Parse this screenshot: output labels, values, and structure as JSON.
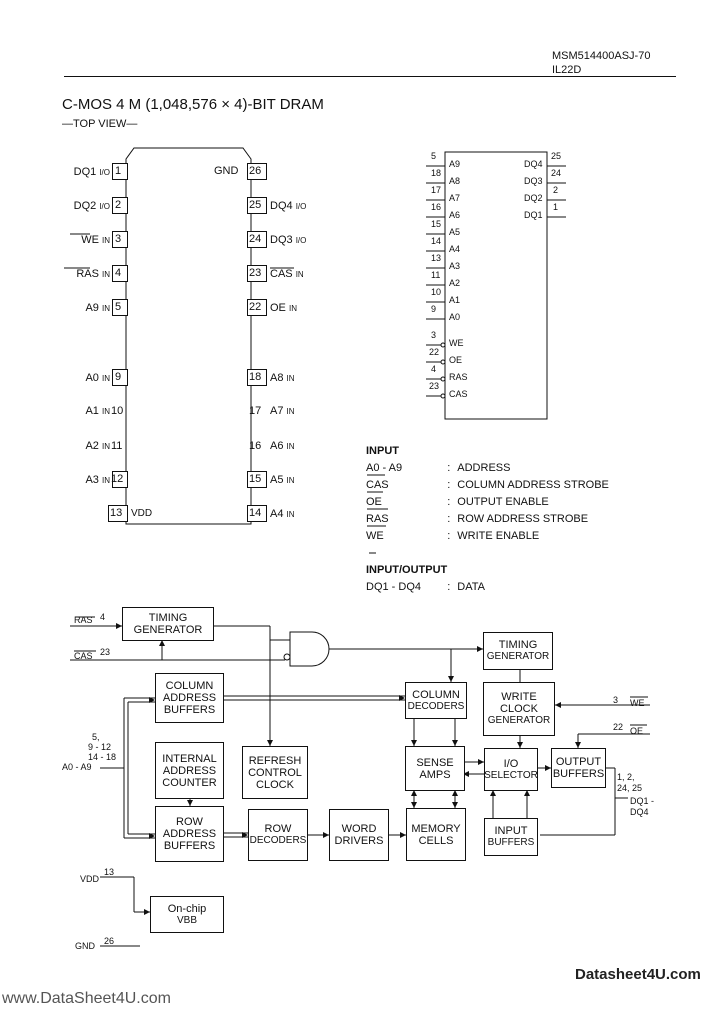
{
  "header": {
    "part_number": "MSM514400ASJ-70",
    "code": "IL22D"
  },
  "title": "C-MOS 4 M (1,048,576 × 4)-BIT DRAM",
  "top_view": "—TOP VIEW—",
  "package": {
    "left_pins": [
      {
        "name": "DQ1",
        "dir": "I/O",
        "num": "1"
      },
      {
        "name": "DQ2",
        "dir": "I/O",
        "num": "2"
      },
      {
        "name": "WE",
        "dir": "IN",
        "num": "3"
      },
      {
        "name": "RAS",
        "dir": "IN",
        "num": "4"
      },
      {
        "name": "A9",
        "dir": "IN",
        "num": "5"
      },
      {
        "name": "A0",
        "dir": "IN",
        "num": "9"
      },
      {
        "name": "A1",
        "dir": "IN",
        "num": "10"
      },
      {
        "name": "A2",
        "dir": "IN",
        "num": "11"
      },
      {
        "name": "A3",
        "dir": "IN",
        "num": "12"
      },
      {
        "name": "VDD",
        "dir": "",
        "num": "13"
      }
    ],
    "right_pins": [
      {
        "name": "GND",
        "dir": "",
        "num": "26"
      },
      {
        "name": "DQ4",
        "dir": "I/O",
        "num": "25"
      },
      {
        "name": "DQ3",
        "dir": "I/O",
        "num": "24"
      },
      {
        "name": "CAS",
        "dir": "IN",
        "num": "23"
      },
      {
        "name": "OE",
        "dir": "IN",
        "num": "22"
      },
      {
        "name": "A8",
        "dir": "IN",
        "num": "18"
      },
      {
        "name": "A7",
        "dir": "IN",
        "num": "17"
      },
      {
        "name": "A6",
        "dir": "IN",
        "num": "16"
      },
      {
        "name": "A5",
        "dir": "IN",
        "num": "15"
      },
      {
        "name": "A4",
        "dir": "IN",
        "num": "14"
      }
    ]
  },
  "symbol": {
    "left": [
      {
        "num": "5",
        "name": "A9"
      },
      {
        "num": "18",
        "name": "A8"
      },
      {
        "num": "17",
        "name": "A7"
      },
      {
        "num": "16",
        "name": "A6"
      },
      {
        "num": "15",
        "name": "A5"
      },
      {
        "num": "14",
        "name": "A4"
      },
      {
        "num": "13",
        "name": "A3"
      },
      {
        "num": "11",
        "name": "A2"
      },
      {
        "num": "10",
        "name": "A1"
      },
      {
        "num": "9",
        "name": "A0"
      },
      {
        "num": "3",
        "name": "WE"
      },
      {
        "num": "22",
        "name": "OE"
      },
      {
        "num": "4",
        "name": "RAS"
      },
      {
        "num": "23",
        "name": "CAS"
      }
    ],
    "right": [
      {
        "num": "25",
        "name": "DQ4"
      },
      {
        "num": "24",
        "name": "DQ3"
      },
      {
        "num": "2",
        "name": "DQ2"
      },
      {
        "num": "1",
        "name": "DQ1"
      }
    ]
  },
  "legend": {
    "input_heading": "INPUT",
    "inputs": [
      {
        "sig": "A0 - A9",
        "desc": "ADDRESS"
      },
      {
        "sig": "CAS",
        "desc": "COLUMN  ADDRESS  STROBE"
      },
      {
        "sig": "OE",
        "desc": "OUTPUT  ENABLE"
      },
      {
        "sig": "RAS",
        "desc": "ROW  ADDRESS  STROBE"
      },
      {
        "sig": "WE",
        "desc": "WRITE  ENABLE"
      }
    ],
    "io_heading": "INPUT/OUTPUT",
    "io": [
      {
        "sig": "DQ1 - DQ4",
        "desc": "DATA"
      }
    ]
  },
  "block_diagram": {
    "timing_gen_1": [
      "TIMING",
      "GENERATOR"
    ],
    "timing_gen_2": [
      "TIMING",
      "GENERATOR"
    ],
    "col_addr_buf": [
      "COLUMN",
      "ADDRESS",
      "BUFFERS"
    ],
    "col_decoders": [
      "COLUMN",
      "DECODERS"
    ],
    "write_clock": [
      "WRITE",
      "CLOCK",
      "GENERATOR"
    ],
    "internal_counter": [
      "INTERNAL",
      "ADDRESS",
      "COUNTER"
    ],
    "refresh_clock": [
      "REFRESH",
      "CONTROL",
      "CLOCK"
    ],
    "sense_amps": [
      "SENSE",
      "AMPS"
    ],
    "io_selector": [
      "I/O",
      "SELECTOR"
    ],
    "output_buffers": [
      "OUTPUT",
      "BUFFERS"
    ],
    "row_addr_buf": [
      "ROW",
      "ADDRESS",
      "BUFFERS"
    ],
    "row_decoders": [
      "ROW",
      "DECODERS"
    ],
    "word_drivers": [
      "WORD",
      "DRIVERS"
    ],
    "memory_cells": [
      "MEMORY",
      "CELLS"
    ],
    "input_buffers": [
      "INPUT",
      "BUFFERS"
    ],
    "on_chip": [
      "On-chip",
      "VBB"
    ],
    "sig_ras": "RAS",
    "sig_ras_num": "4",
    "sig_cas": "CAS",
    "sig_cas_num": "23",
    "sig_we": "WE",
    "sig_we_num": "3",
    "sig_oe": "OE",
    "sig_oe_num": "22",
    "addr_pins": [
      "5,",
      "9 - 12",
      "14 - 18"
    ],
    "addr_label": "A0 - A9",
    "dq_pins": [
      "1, 2,",
      "24, 25"
    ],
    "dq_label": [
      "DQ1 -",
      "DQ4"
    ],
    "vdd": "VDD",
    "vdd_num": "13",
    "gnd": "GND",
    "gnd_num": "26"
  },
  "footer": {
    "url": "www.DataSheet4U.com",
    "logo": "Datasheet4U.com"
  }
}
